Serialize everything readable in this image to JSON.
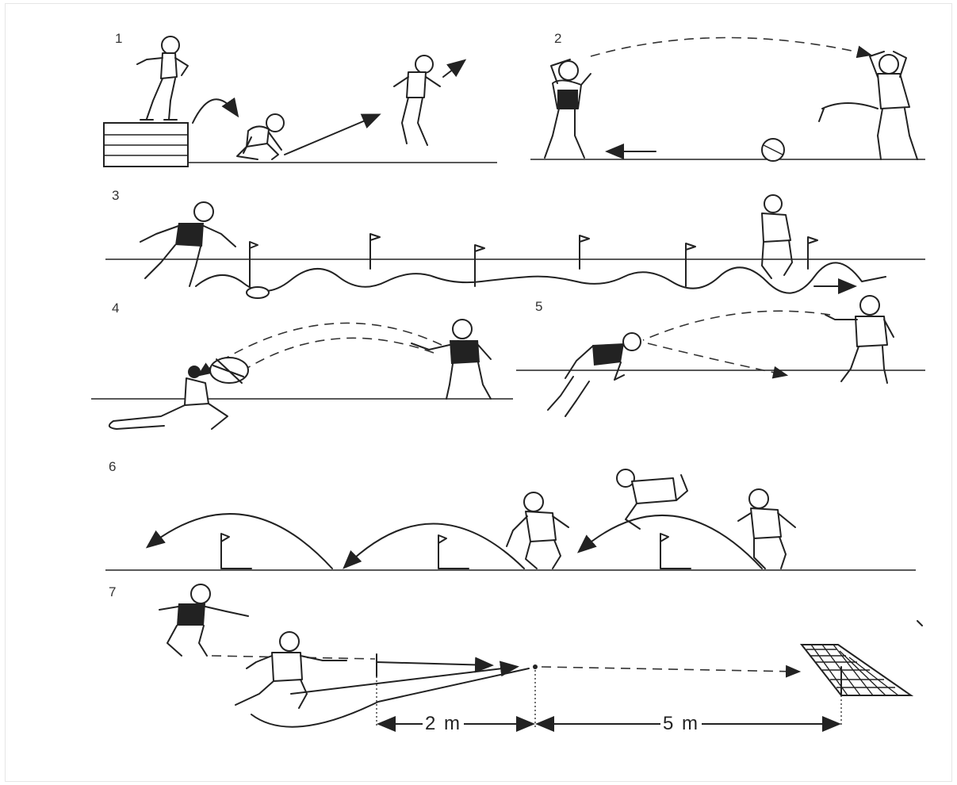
{
  "panels": [
    {
      "label": "1"
    },
    {
      "label": "2"
    },
    {
      "label": "3"
    },
    {
      "label": "4"
    },
    {
      "label": "5"
    },
    {
      "label": "6"
    },
    {
      "label": "7"
    }
  ],
  "distances": {
    "first": "2 m",
    "second": "5 m"
  },
  "colors": {
    "ink": "#222222",
    "paper": "#ffffff"
  }
}
